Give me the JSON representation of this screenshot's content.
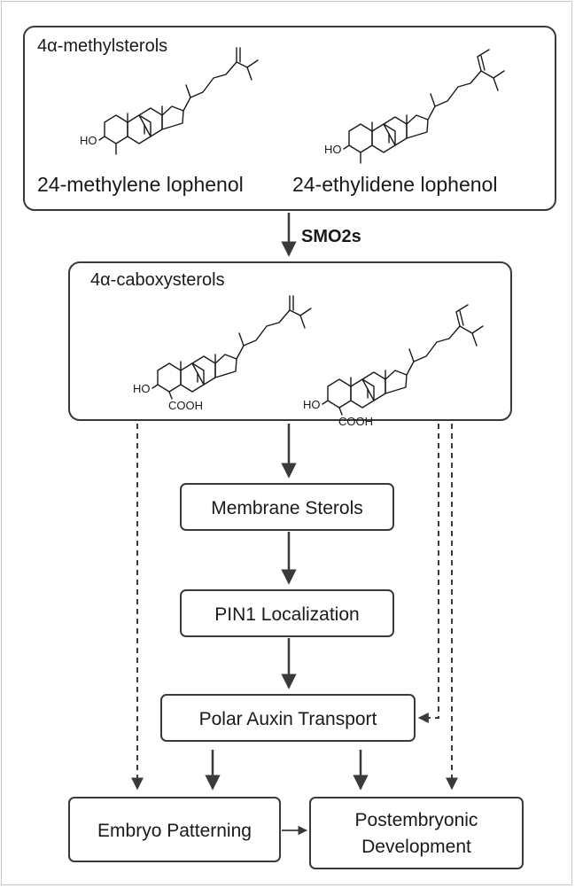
{
  "diagram": {
    "top_box": {
      "title": "4α-methylsterols",
      "compound_left": "24-methylene lophenol",
      "compound_right": "24-ethylidene lophenol"
    },
    "enzyme_label": "SMO2s",
    "mid_box": {
      "title": "4α-caboxysterols"
    },
    "molecule_labels": {
      "hydroxyl": "HO",
      "carboxyl": "COOH"
    },
    "nodes": {
      "membrane_sterols": "Membrane Sterols",
      "pin1_localization": "PIN1 Localization",
      "polar_auxin_transport": "Polar Auxin Transport",
      "embryo_patterning": "Embryo Patterning",
      "postembryonic_line1": "Postembryonic",
      "postembryonic_line2": "Development"
    },
    "colors": {
      "stroke": "#3a3a3a",
      "text": "#1a1a1a",
      "frame": "#c8c8c8",
      "background": "#ffffff"
    }
  }
}
